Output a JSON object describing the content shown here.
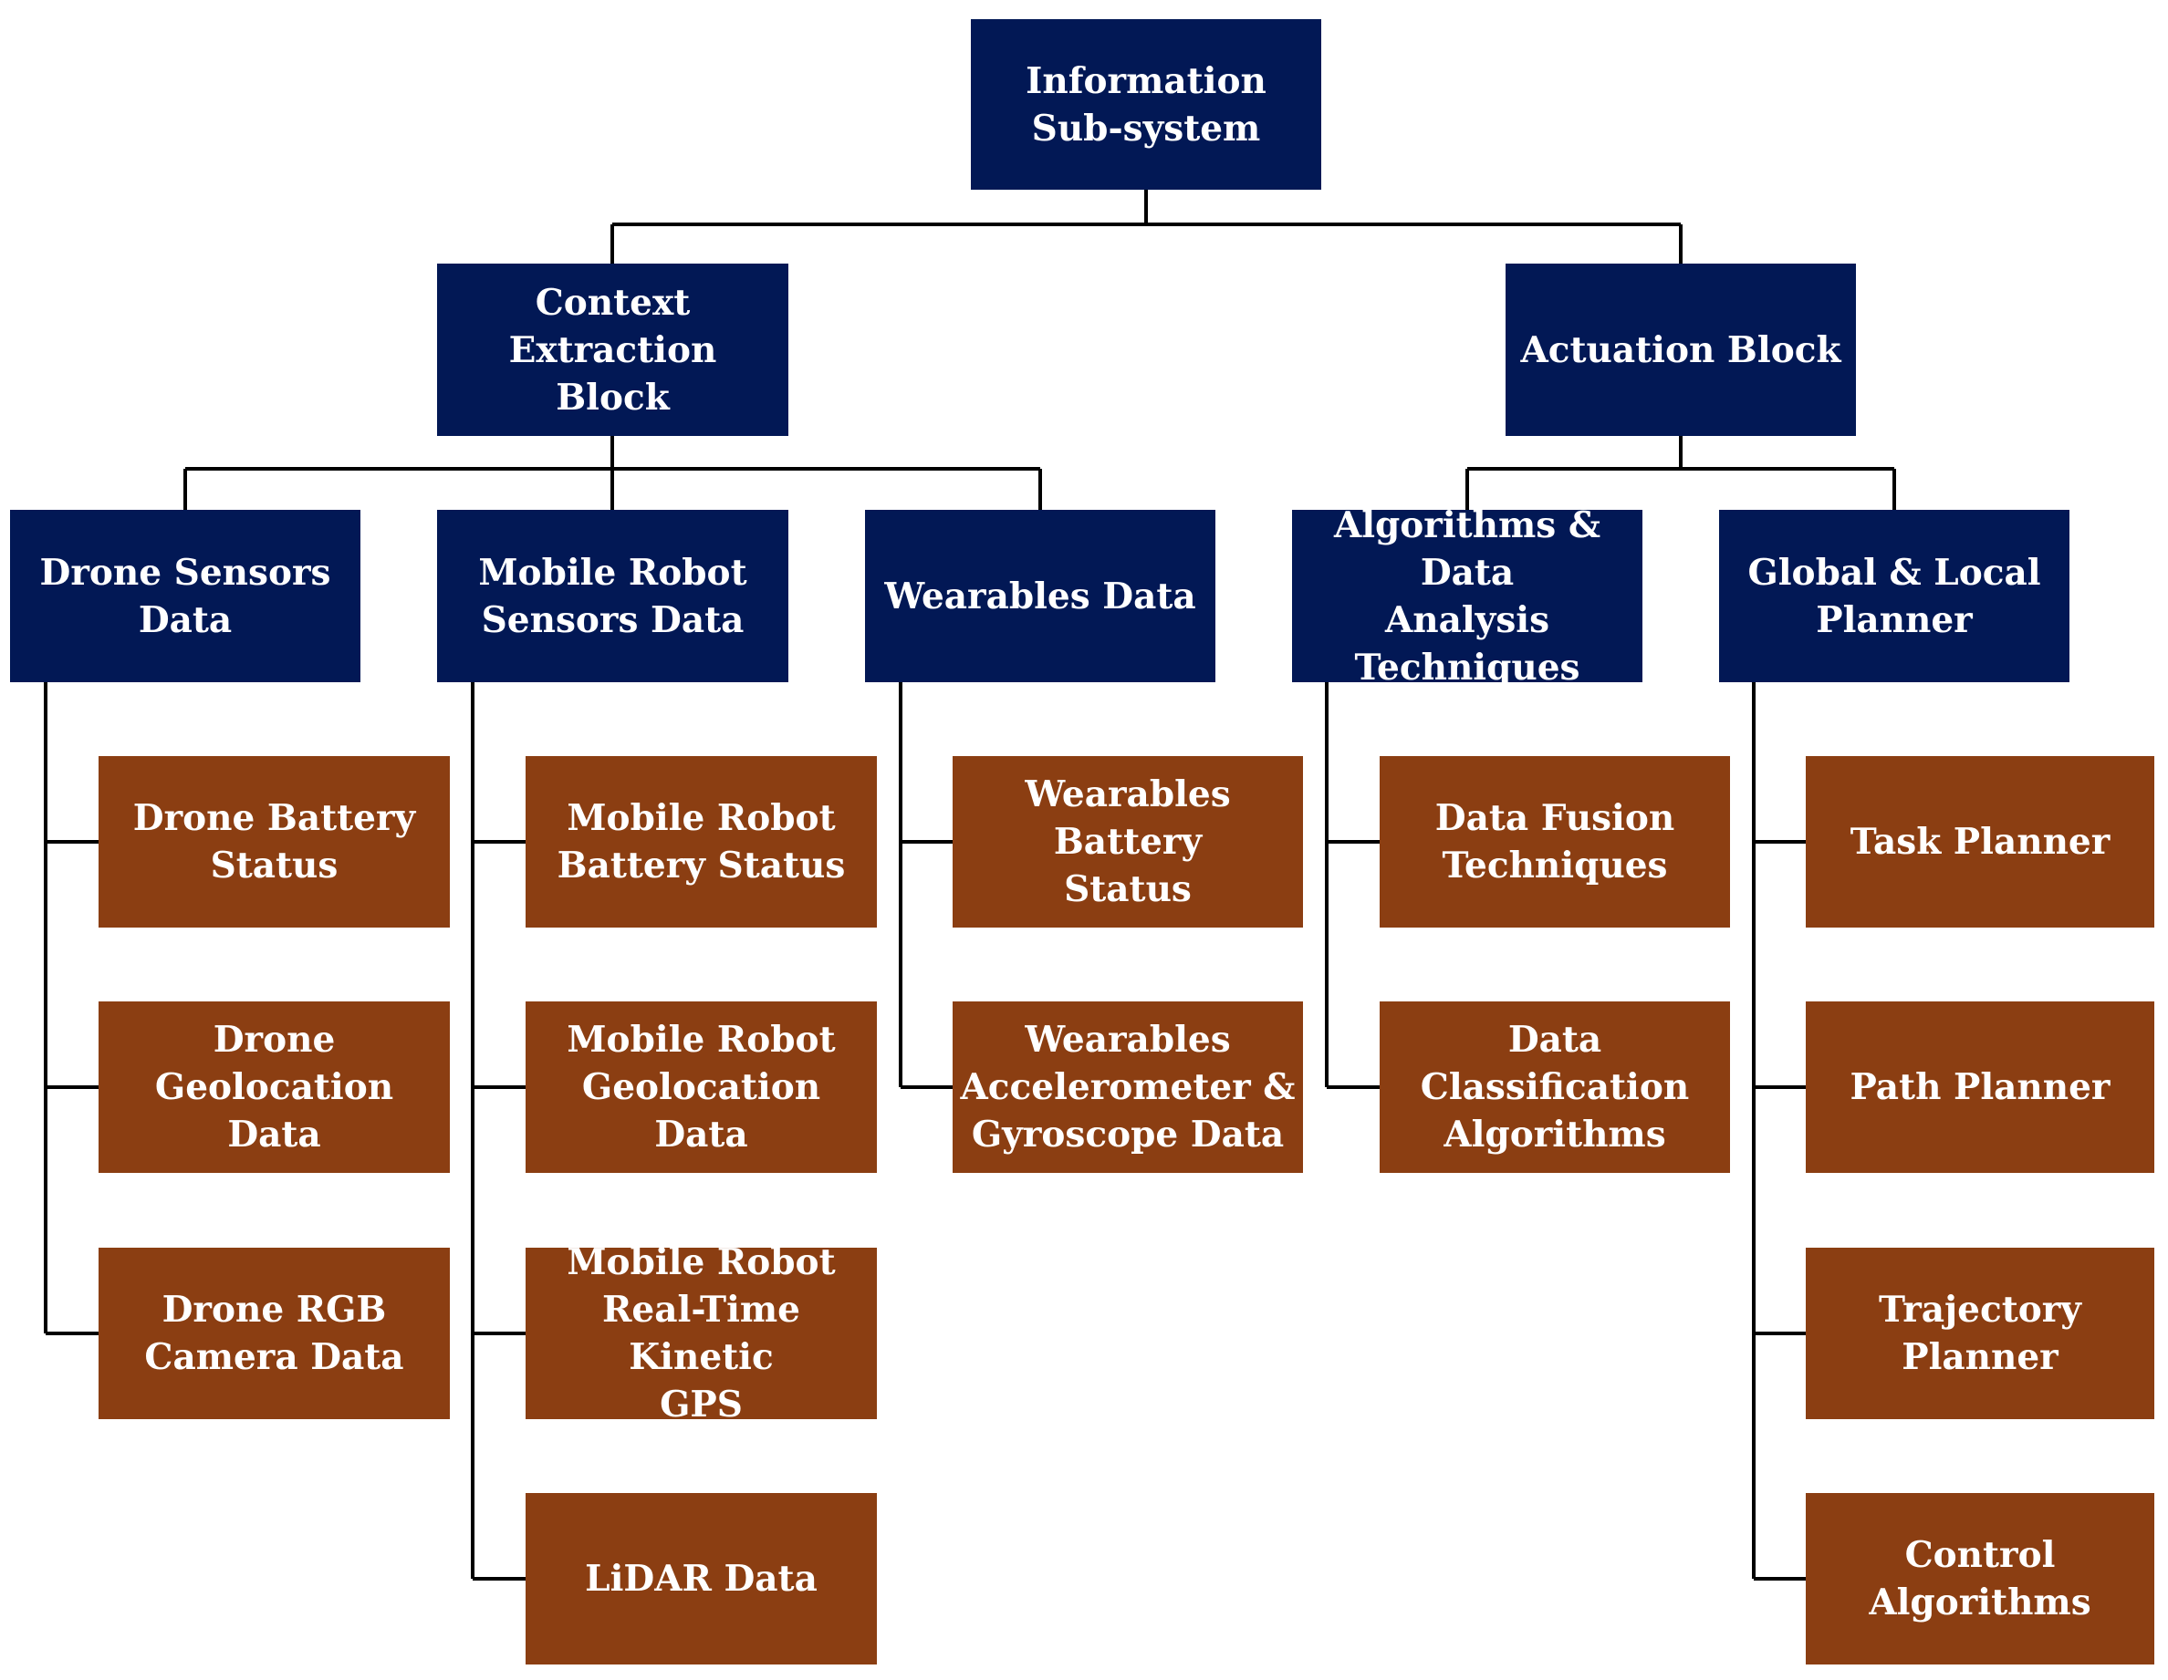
{
  "colors": {
    "header_box": "#021855",
    "leaf_box": "#8b3e12",
    "connector": "#000000",
    "text": "#ffffff"
  },
  "root": {
    "label": "Information\nSub-system"
  },
  "blocks": {
    "context": {
      "label": "Context Extraction\nBlock"
    },
    "actuation": {
      "label": "Actuation Block"
    }
  },
  "groups": {
    "drone": {
      "label": "Drone Sensors\nData",
      "items": [
        "Drone Battery\nStatus",
        "Drone Geolocation\nData",
        "Drone RGB\nCamera Data"
      ]
    },
    "robot": {
      "label": "Mobile Robot\nSensors Data",
      "items": [
        "Mobile Robot\nBattery Status",
        "Mobile Robot\nGeolocation Data",
        "Mobile Robot\nReal-Time Kinetic\nGPS",
        "LiDAR Data"
      ]
    },
    "wearables": {
      "label": "Wearables Data",
      "items": [
        "Wearables Battery\nStatus",
        "Wearables\nAccelerometer &\nGyroscope Data"
      ]
    },
    "algorithms": {
      "label": "Algorithms & Data\nAnalysis\nTechniques",
      "items": [
        "Data Fusion\nTechniques",
        "Data Classification\nAlgorithms"
      ]
    },
    "planner": {
      "label": "Global & Local\nPlanner",
      "items": [
        "Task Planner",
        "Path Planner",
        "Trajectory Planner",
        "Control\nAlgorithms"
      ]
    }
  }
}
